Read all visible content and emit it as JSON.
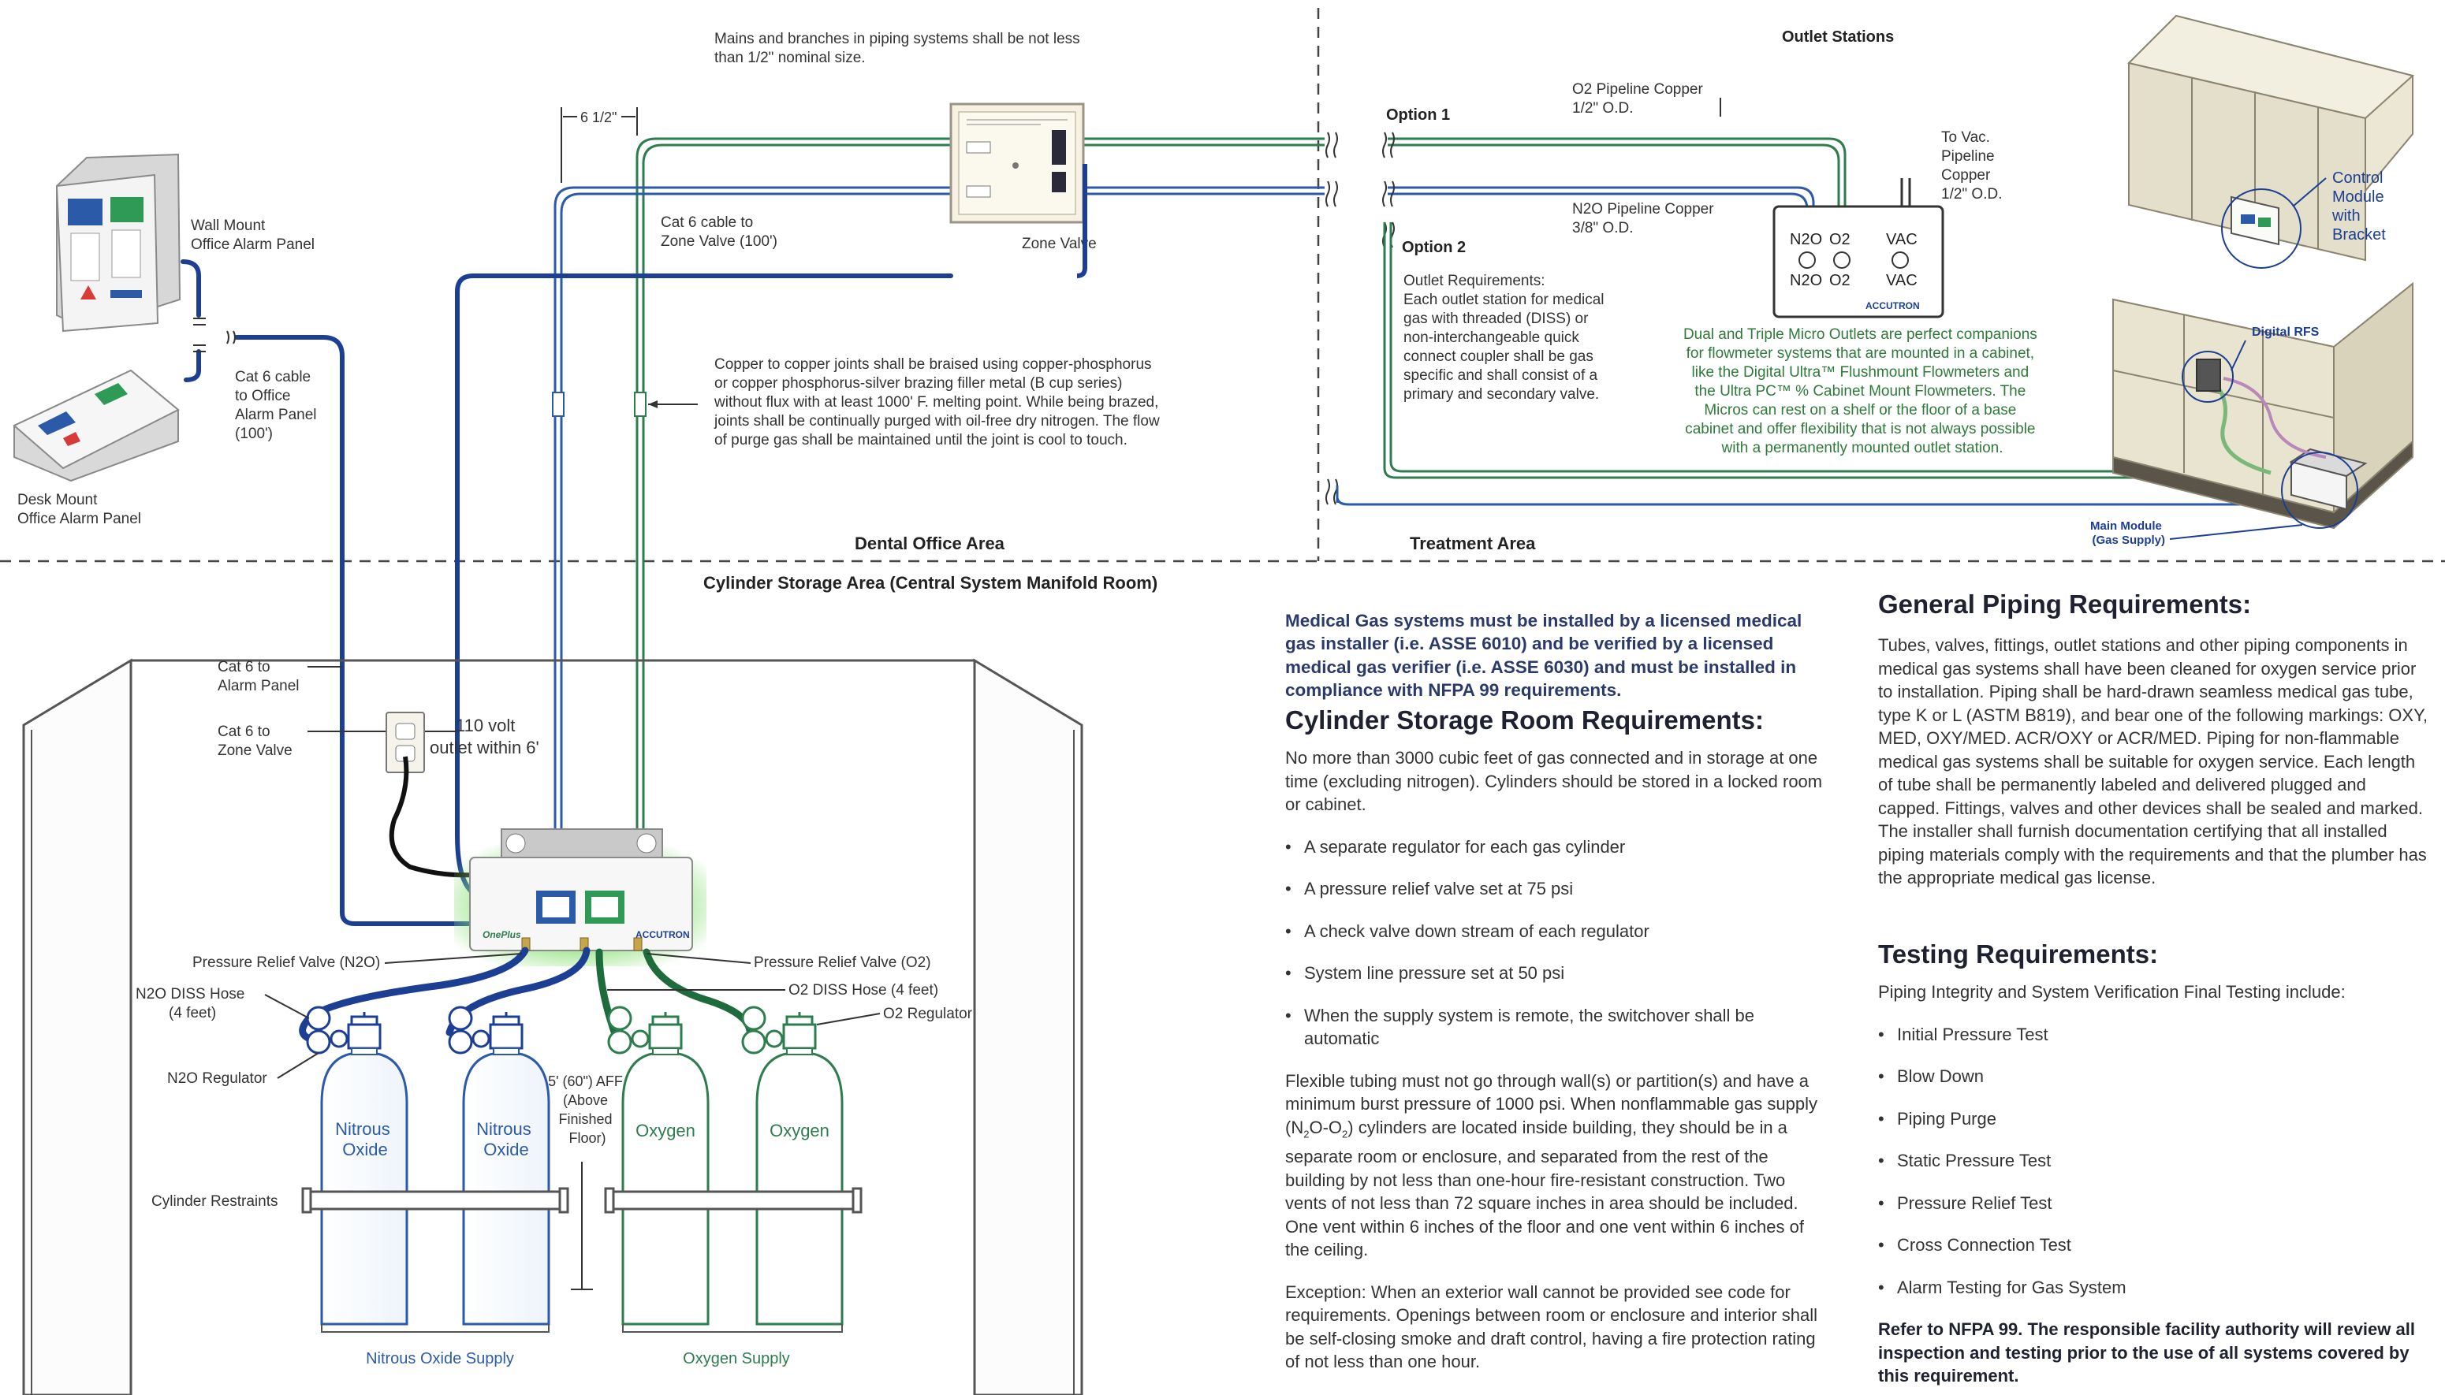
{
  "diagram": {
    "area_labels": {
      "dental_office": "Dental Office Area",
      "treatment": "Treatment Area",
      "cylinder_storage": "Cylinder Storage Area (Central System Manifold Room)",
      "outlet_stations": "Outlet Stations"
    },
    "notes": {
      "mains": [
        "Mains and branches in piping systems shall be not less",
        "than 1/2\" nominal size."
      ],
      "copper_joints": [
        "Copper to copper joints shall be braised using copper-phosphorus",
        "or copper phosphorus-silver brazing filler metal (B cup series)",
        "without flux with at least 1000' F. melting point. While being brazed,",
        "joints shall be continually purged with oil-free dry nitrogen. The flow",
        "of purge gas shall be maintained until the joint is cool to touch."
      ],
      "outlet_requirements": [
        "Outlet Requirements:",
        "Each outlet station for medical",
        "gas with threaded (DISS) or",
        "non-interchangeable quick",
        "connect coupler shall be gas",
        "specific and shall consist of a",
        "primary and secondary valve."
      ],
      "micro_outlets": [
        "Dual and Triple Micro Outlets are perfect companions",
        "for flowmeter systems that are mounted in a cabinet,",
        "like the Digital Ultra™ Flushmount Flowmeters and",
        "the Ultra PC™ % Cabinet Mount Flowmeters. The",
        "Micros can rest on a shelf or the floor of a base",
        "cabinet and offer flexibility that is not always possible",
        "with a permanently mounted outlet station."
      ]
    },
    "labels": {
      "dim_6half": "6 1/2\"",
      "wall_mount": [
        "Wall Mount",
        "Office Alarm Panel"
      ],
      "desk_mount": [
        "Desk Mount",
        "Office Alarm Panel"
      ],
      "cat6_office": [
        "Cat 6 cable",
        "to Office",
        "Alarm Panel",
        "(100')"
      ],
      "cat6_zone": [
        "Cat 6 cable to",
        "Zone Valve (100')"
      ],
      "zone_valve": "Zone Valve",
      "option1": "Option 1",
      "option2": "Option 2",
      "o2_pipeline": [
        "O2 Pipeline Copper",
        "1/2\" O.D."
      ],
      "n2o_pipeline": [
        "N2O Pipeline Copper",
        "3/8\" O.D."
      ],
      "vac_pipeline": [
        "To Vac.",
        "Pipeline",
        "Copper",
        "1/2\" O.D."
      ],
      "outlet_top": [
        "N2O",
        "O2",
        "VAC"
      ],
      "outlet_bottom": [
        "N2O",
        "O2",
        "VAC"
      ],
      "control_module": [
        "Control",
        "Module",
        "with",
        "Bracket"
      ],
      "digital_rfs": "Digital RFS",
      "main_module": [
        "Main Module",
        "(Gas Supply)"
      ],
      "cat6_alarm": [
        "Cat 6 to",
        "Alarm Panel"
      ],
      "cat6_zone2": [
        "Cat 6 to",
        "Zone Valve"
      ],
      "outlet_110": [
        "110 volt",
        "outlet within 6'"
      ],
      "prv_n2o": "Pressure Relief Valve (N2O)",
      "prv_o2": "Pressure Relief Valve (O2)",
      "n2o_diss": [
        "N2O DISS Hose",
        "(4 feet)"
      ],
      "o2_diss": "O2 DISS Hose (4 feet)",
      "o2_regulator": "O2 Regulator",
      "n2o_regulator": "N2O Regulator",
      "aff": [
        "5' (60\") AFF",
        "(Above",
        "Finished",
        "Floor)"
      ],
      "cylinder_restraints": "Cylinder Restraints",
      "cyl_n2o": [
        "Nitrous",
        "Oxide"
      ],
      "cyl_o2": "Oxygen",
      "n2o_supply": "Nitrous Oxide Supply",
      "o2_supply": "Oxygen Supply",
      "brand": "OnePlus",
      "maker": "ACCUTRON"
    },
    "colors": {
      "n2o": "#1c3f94",
      "o2": "#2e7d4f",
      "accent_green": "#2f7a3a",
      "dash": "#444444"
    }
  },
  "intro": "Medical Gas systems must be installed by a licensed medical gas installer (i.e. ASSE 6010) and be verified by a licensed medical gas verifier (i.e. ASSE 6030) and must be installed in compliance with NFPA 99 requirements.",
  "cylinder_room": {
    "heading": "Cylinder Storage Room Requirements:",
    "para1": "No more than 3000 cubic feet of gas connected and in storage at one time (excluding nitrogen). Cylinders should be stored in a locked room or cabinet.",
    "bullets": [
      "A separate regulator for each gas cylinder",
      "A pressure relief valve set at 75 psi",
      "A check valve down stream of each regulator",
      "System line pressure set at 50 psi",
      "When the supply system is remote, the switchover shall be automatic"
    ],
    "para2_a": "Flexible tubing must not go through wall(s) or partition(s) and have a minimum burst pressure of 1000 psi. When nonflammable gas supply (",
    "para2_n": "N",
    "para2_2a": "2",
    "para2_o": "O-O",
    "para2_2b": "2",
    "para2_b": ") cylinders are located inside building, they should be in a separate room or enclosure, and separated from the rest of the building by not less than one-hour fire-resistant construction. Two vents of not less than 72 square inches in area should be included. One vent within 6 inches of the floor and one vent within 6 inches of the ceiling.",
    "para3": "Exception: When an exterior wall cannot be provided see code for requirements. Openings between room or enclosure and interior shall be self-closing smoke and draft control, having a fire protection rating of not less than one hour."
  },
  "general_piping": {
    "heading": "General Piping Requirements:",
    "para": "Tubes, valves, fittings, outlet stations and other piping components in medical gas systems shall have been cleaned for oxygen service prior to installation. Piping shall be hard-drawn seamless medical gas tube, type K or L (ASTM B819), and bear one of the following markings: OXY, MED, OXY/MED. ACR/OXY or ACR/MED. Piping for non-flammable medical gas systems shall be suitable for oxygen service. Each length of tube shall be permanently labeled and delivered plugged and capped. Fittings, valves and other devices shall be sealed and marked. The installer shall furnish documentation certifying that all installed piping materials comply with the requirements and that the plumber has the appropriate medical gas license."
  },
  "testing": {
    "heading": "Testing Requirements:",
    "intro": "Piping Integrity and System Verification Final Testing include:",
    "bullets": [
      "Initial Pressure Test",
      "Blow Down",
      "Piping Purge",
      "Static Pressure Test",
      "Pressure Relief Test",
      "Cross Connection Test",
      "Alarm Testing for Gas System"
    ],
    "footer": "Refer to NFPA 99. The responsible facility authority will review all inspection and testing prior to the use of all systems covered by this requirement."
  }
}
